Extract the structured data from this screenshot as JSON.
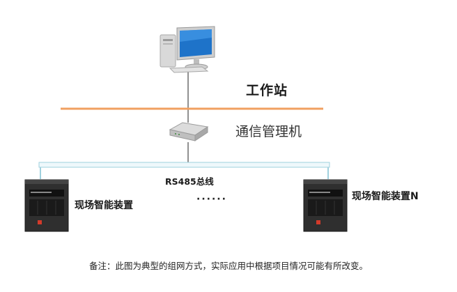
{
  "diagram": {
    "workstation_label": "工作站",
    "router_label": "通信管理机",
    "bus_label": "RS485总线",
    "device_left_label": "现场智能装置",
    "device_right_label": "现场智能装置N",
    "ellipsis": "······",
    "note": "备注：此图为典型的组网方式，实际应用中根据项目情况可能有所改变。"
  },
  "colors": {
    "network_line": "#f0a060",
    "bus_fill": "#eef8fb",
    "bus_border": "#9fd0de",
    "device_body": "#2f2f2f",
    "device_panel": "#111111",
    "device_button": "#d43a2a"
  },
  "icons": {
    "workstation": "desktop-computer-icon",
    "router": "network-router-icon",
    "device": "field-device-icon"
  }
}
